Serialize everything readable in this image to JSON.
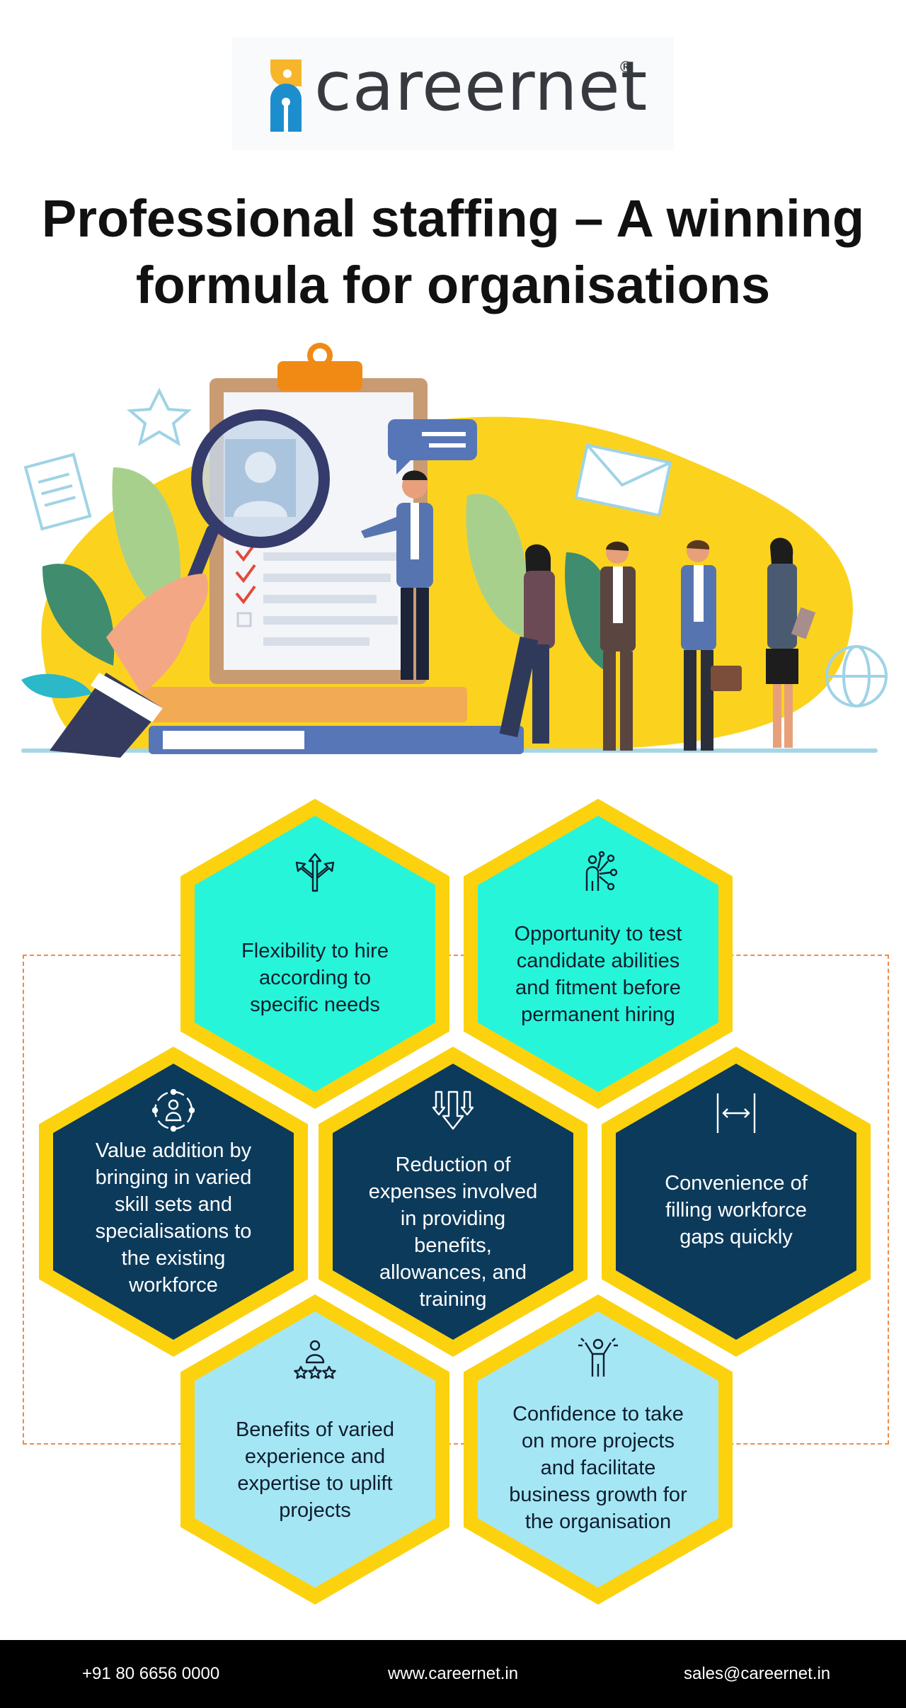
{
  "brand": {
    "name": "careernet",
    "registered": "®"
  },
  "title": {
    "line1": "Professional staffing – A winning",
    "line2": "formula for organisations"
  },
  "benefits": [
    {
      "text": "Flexibility to hire according to specific needs",
      "icon": "split-arrows-icon",
      "style": "teal"
    },
    {
      "text": "Opportunity to test candidate abilities and fitment before permanent hiring",
      "icon": "person-network-icon",
      "style": "teal"
    },
    {
      "text": "Value addition by bringing in varied skill sets and specialisations to the existing workforce",
      "icon": "person-cycle-icon",
      "style": "navy"
    },
    {
      "text": "Reduction of expenses involved in providing benefits, allowances, and training",
      "icon": "down-arrows-icon",
      "style": "navy"
    },
    {
      "text": "Convenience of filling workforce gaps quickly",
      "icon": "gap-measure-icon",
      "style": "navy"
    },
    {
      "text": "Benefits of varied experience and expertise to uplift projects",
      "icon": "person-stars-icon",
      "style": "light-blue"
    },
    {
      "text": "Confidence to take on more projects and facilitate business growth for the organisation",
      "icon": "person-celebrate-icon",
      "style": "light-blue"
    }
  ],
  "footer": {
    "phone": "+91 80 6656 0000",
    "website": "www.careernet.in",
    "email": "sales@careernet.in"
  },
  "colors": {
    "hex_border": "#fcd20f",
    "teal": "#27f5d9",
    "navy": "#0c3a5b",
    "light_blue": "#a5e6f5",
    "accent_orange": "#ef8b4a",
    "hero_yellow": "#fbd31e"
  }
}
